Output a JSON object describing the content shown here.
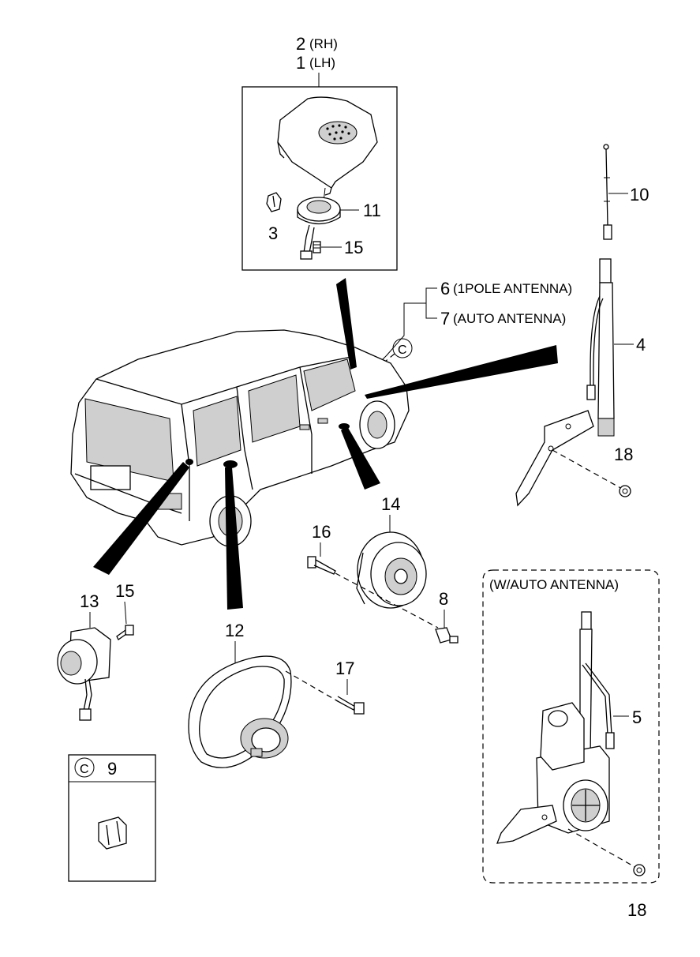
{
  "callouts": {
    "p2": {
      "num": "2",
      "text": "(RH)"
    },
    "p1": {
      "num": "1",
      "text": "(LH)"
    },
    "p11": "11",
    "p3": "3",
    "p15_top": "15",
    "p10": "10",
    "p6": {
      "num": "6",
      "text": "(1POLE ANTENNA)"
    },
    "p7": {
      "num": "7",
      "text": "(AUTO ANTENNA)"
    },
    "p4": "4",
    "p18_top": "18",
    "p14": "14",
    "p16": "16",
    "p8": "8",
    "p13": "13",
    "p15_bottom": "15",
    "p12": "12",
    "p17": "17",
    "p5": "5",
    "p18_bottom": "18",
    "p9": "9"
  },
  "ref_c_marker": "C",
  "inset_box_c": {
    "marker": "C",
    "num": "9"
  },
  "auto_antenna_box": {
    "title": "(W/AUTO ANTENNA)"
  }
}
